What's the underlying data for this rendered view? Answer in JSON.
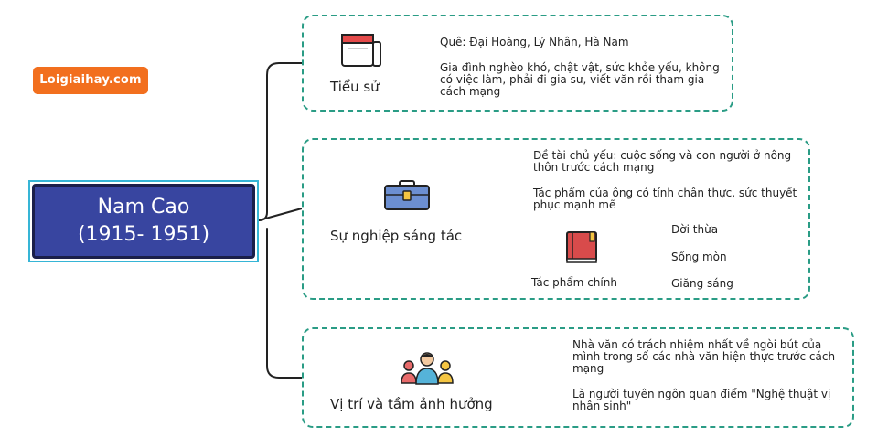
{
  "logo": "Loigiaihay.com",
  "central": {
    "name": "Nam Cao",
    "years": "(1915- 1951)"
  },
  "branches": {
    "bio": {
      "title": "Tiểu sử",
      "items": [
        "Quê: Đại Hoàng, Lý Nhân, Hà Nam",
        "Gia đình nghèo khó, chật vật, sức khỏe yếu, không có việc làm, phải đi gia sư, viết văn rồi tham gia cách mạng"
      ]
    },
    "career": {
      "title": "Sự nghiệp sáng tác",
      "items": [
        "Đề tài chủ yếu: cuộc sống và con người ở nông thôn trước cách mạng",
        "Tác phẩm của ông có tính chân thực, sức thuyết phục mạnh mẽ"
      ],
      "works_title": "Tác phẩm chính",
      "works": [
        "Đời thừa",
        "Sống mòn",
        "Giăng sáng"
      ]
    },
    "influence": {
      "title": "Vị trí và tầm ảnh hưởng",
      "items": [
        "Nhà văn có trách nhiệm nhất về ngòi bút của mình trong số các nhà văn hiện thực trước cách mạng",
        "Là người tuyên ngôn quan điểm \"Nghệ thuật vị nhân sinh\""
      ]
    }
  },
  "colors": {
    "central_fill": "#3845a0",
    "central_border": "#36b5d6",
    "box_border": "#2a9c85",
    "logo_bg": "#f26f1e"
  },
  "icons": [
    "calendar-icon",
    "briefcase-icon",
    "book-icon",
    "people-icon"
  ]
}
